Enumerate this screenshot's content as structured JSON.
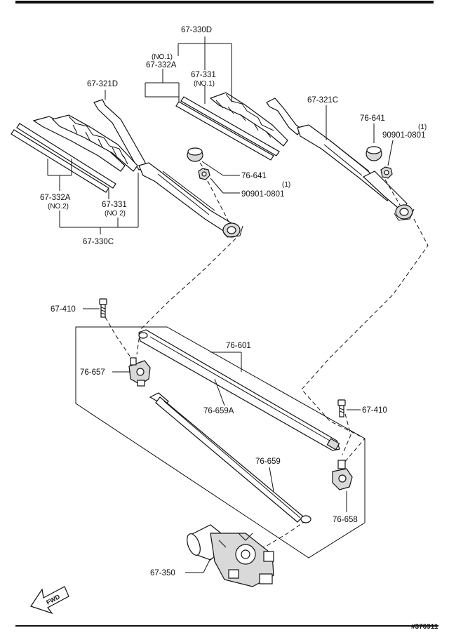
{
  "labels": {
    "p67_330D": "67-330D",
    "no1_a": "(NO.1)",
    "p67_332A_top": "67-332A",
    "p67_331_top": "67-331",
    "no1_b": "(NO.1)",
    "p67_321D": "67-321D",
    "p67_321C": "67-321C",
    "p76_641_right": "76-641",
    "qty1_right": "(1)",
    "p90901_right": "90901-0801",
    "p76_641_mid": "76-641",
    "qty1_mid": "(1)",
    "p90901_mid": "90901-0801",
    "p67_332A_left": "67-332A",
    "no2_a": "(NO.2)",
    "p67_331_left": "67-331",
    "no2_b": "(NO 2)",
    "p67_330C": "67-330C",
    "p67_410_left": "67-410",
    "p76_601": "76-601",
    "p76_657": "76-657",
    "p76_659A": "76-659A",
    "p67_410_right": "67-410",
    "p76_659": "76-659",
    "p76_658": "76-658",
    "p67_350": "67-350",
    "fwd": "FWD",
    "ref_no": "#376911"
  },
  "colors": {
    "line": "#111111",
    "part_fill": "#d9d9d9",
    "background": "#ffffff"
  }
}
